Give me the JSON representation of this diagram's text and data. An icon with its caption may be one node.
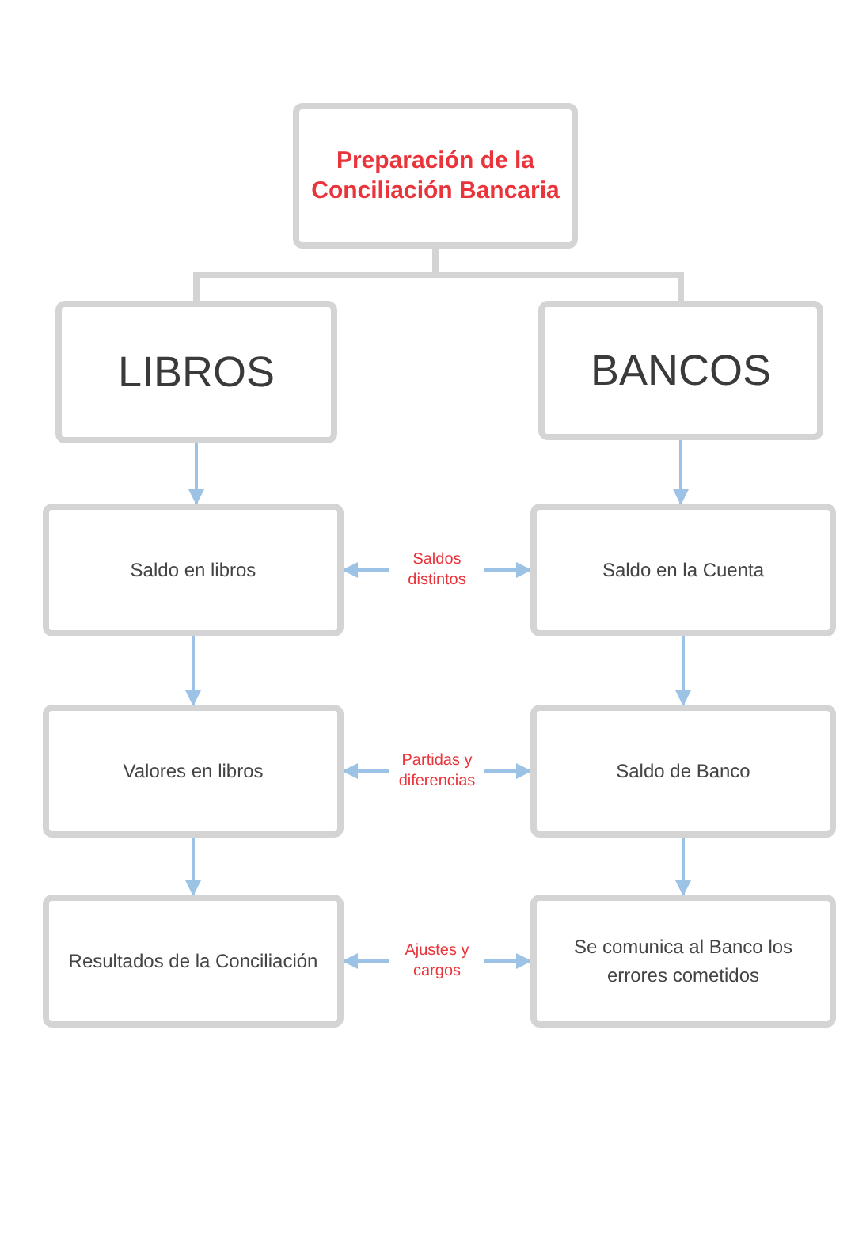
{
  "diagram": {
    "nodes": [
      {
        "text": [
          "Preparación de la Conciliación Bancaria"
        ]
      },
      {
        "text": [
          "LIBROS"
        ]
      },
      {
        "text": [
          "BANCOS"
        ]
      },
      {
        "text": [
          "Saldo en libros"
        ]
      },
      {
        "text": [
          "Saldo en la Cuenta"
        ]
      },
      {
        "text": [
          "Valores en libros"
        ]
      },
      {
        "text": [
          "Saldo de Banco"
        ]
      },
      {
        "text": [
          "Resultados de la Conciliación"
        ]
      },
      {
        "text": [
          "Se comunica al Banco los errores cometidos"
        ]
      }
    ],
    "edges": [
      {
        "from": 0,
        "to": 1,
        "arrow": "none",
        "style": "thick",
        "color": "#d4d4d4"
      },
      {
        "from": 0,
        "to": 2,
        "arrow": "none",
        "style": "thick",
        "color": "#d4d4d4"
      },
      {
        "from": 1,
        "to": 3,
        "arrow": "to"
      },
      {
        "from": 2,
        "to": 4,
        "arrow": "to"
      },
      {
        "from": 3,
        "to": 4,
        "arrow": "both",
        "label": "Saldos distintos"
      },
      {
        "from": 3,
        "to": 5,
        "arrow": "to"
      },
      {
        "from": 4,
        "to": 6,
        "arrow": "to"
      },
      {
        "from": 5,
        "to": 6,
        "arrow": "both",
        "label": "Partidas y diferencias"
      },
      {
        "from": 5,
        "to": 7,
        "arrow": "to"
      },
      {
        "from": 6,
        "to": 8,
        "arrow": "to"
      },
      {
        "from": 7,
        "to": 8,
        "arrow": "both",
        "label": "Ajustes y cargos"
      }
    ]
  }
}
